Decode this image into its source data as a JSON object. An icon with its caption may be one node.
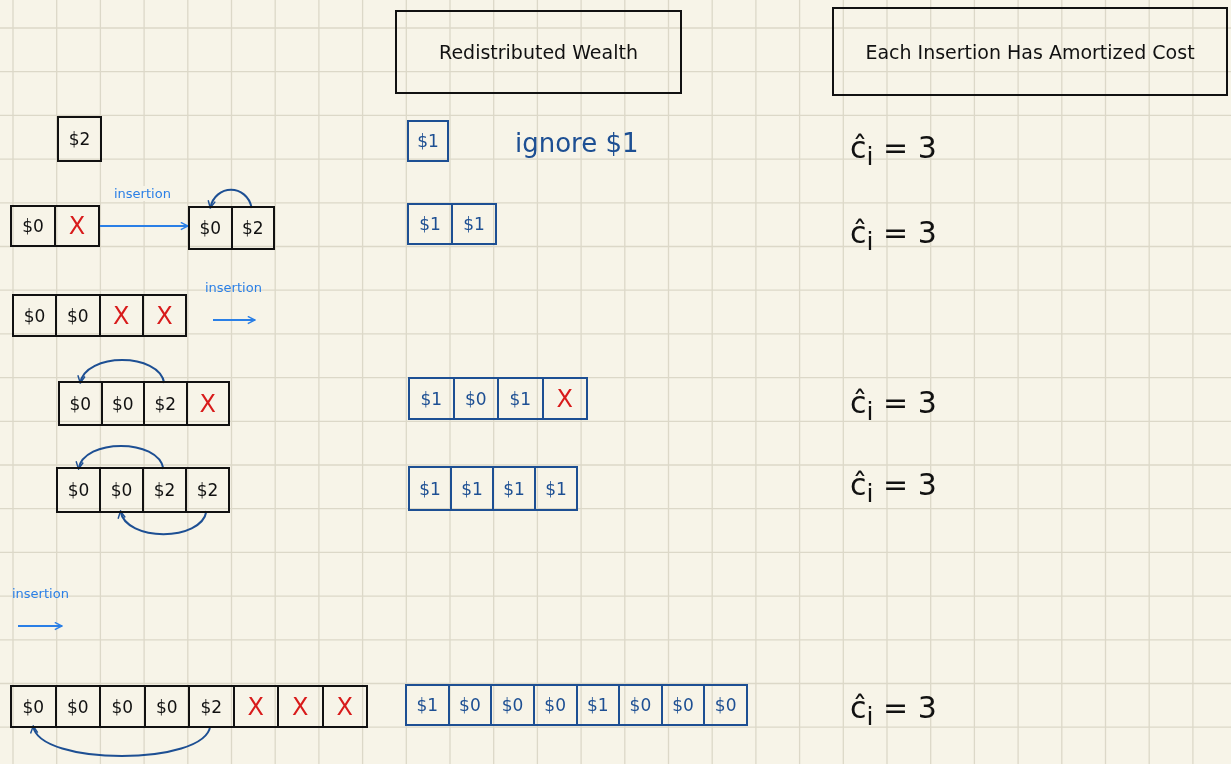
{
  "diagram": {
    "nodes": [
      {
        "text": [
          "Redistributed Wealth"
        ]
      },
      {
        "text": [
          "Each Insertion Has Amortized Cost"
        ]
      },
      {
        "text": [
          "$2"
        ]
      },
      {
        "text": [
          "$1"
        ]
      },
      {
        "text": [],
        "shape": "box"
      },
      {
        "text": [
          "$0"
        ],
        "in": 4
      },
      {
        "text": [
          "X"
        ],
        "in": 4
      },
      {
        "text": [],
        "shape": "box"
      },
      {
        "text": [
          "$0"
        ],
        "in": 7
      },
      {
        "text": [
          "$2"
        ],
        "in": 7
      },
      {
        "text": [],
        "shape": "box"
      },
      {
        "text": [
          "$1"
        ],
        "in": 10
      },
      {
        "text": [
          "$1"
        ],
        "in": 10
      },
      {
        "text": [],
        "shape": "box"
      },
      {
        "text": [
          "$0"
        ],
        "in": 13
      },
      {
        "text": [
          "$0"
        ],
        "in": 13
      },
      {
        "text": [
          "X"
        ],
        "in": 13
      },
      {
        "text": [
          "X"
        ],
        "in": 13
      },
      {
        "text": [],
        "shape": "box"
      },
      {
        "text": [
          "$0"
        ],
        "in": 18
      },
      {
        "text": [
          "$0"
        ],
        "in": 18
      },
      {
        "text": [
          "$2"
        ],
        "in": 18
      },
      {
        "text": [
          "X"
        ],
        "in": 18
      },
      {
        "text": [],
        "shape": "box"
      },
      {
        "text": [
          "$1"
        ],
        "in": 23
      },
      {
        "text": [
          "$0"
        ],
        "in": 23
      },
      {
        "text": [
          "$1"
        ],
        "in": 23
      },
      {
        "text": [
          "X"
        ],
        "in": 23
      },
      {
        "text": [],
        "shape": "box"
      },
      {
        "text": [
          "$0"
        ],
        "in": 28
      },
      {
        "text": [
          "$0"
        ],
        "in": 28
      },
      {
        "text": [
          "$2"
        ],
        "in": 28
      },
      {
        "text": [
          "$2"
        ],
        "in": 28
      },
      {
        "text": [],
        "shape": "box"
      },
      {
        "text": [
          "$1"
        ],
        "in": 33
      },
      {
        "text": [
          "$1"
        ],
        "in": 33
      },
      {
        "text": [
          "$1"
        ],
        "in": 33
      },
      {
        "text": [
          "$1"
        ],
        "in": 33
      },
      {
        "text": [],
        "shape": "box"
      },
      {
        "text": [
          "$0"
        ],
        "in": 38
      },
      {
        "text": [
          "$0"
        ],
        "in": 38
      },
      {
        "text": [
          "$0"
        ],
        "in": 38
      },
      {
        "text": [
          "$0"
        ],
        "in": 38
      },
      {
        "text": [
          "$2"
        ],
        "in": 38
      },
      {
        "text": [
          "X"
        ],
        "in": 38
      },
      {
        "text": [
          "X"
        ],
        "in": 38
      },
      {
        "text": [
          "X"
        ],
        "in": 38
      },
      {
        "text": [],
        "shape": "box"
      },
      {
        "text": [
          "$1"
        ],
        "in": 47
      },
      {
        "text": [
          "$0"
        ],
        "in": 47
      },
      {
        "text": [
          "$0"
        ],
        "in": 47
      },
      {
        "text": [
          "$0"
        ],
        "in": 47
      },
      {
        "text": [
          "$1"
        ],
        "in": 47
      },
      {
        "text": [
          "$0"
        ],
        "in": 47
      },
      {
        "text": [
          "$0"
        ],
        "in": 47
      },
      {
        "text": [
          "$0"
        ],
        "in": 47
      }
    ],
    "edges": [
      {
        "from": 4,
        "to": 7,
        "arrow": "to",
        "label": "insertion",
        "color": "#2a7fe6"
      },
      {
        "from": 9,
        "to": 8,
        "arrow": "to"
      },
      {
        "from": 21,
        "to": 19,
        "arrow": "to"
      },
      {
        "from": 31,
        "to": 29,
        "arrow": "to"
      },
      {
        "from": 32,
        "to": 30,
        "arrow": "to"
      },
      {
        "from": 43,
        "to": 39,
        "arrow": "to"
      }
    ],
    "labels": [
      "ignore $1",
      "ĉ$_{i}$ = 3",
      "ĉ$_{i}$ = 3",
      "insertion",
      "ĉ$_{i}$ = 3",
      "ĉ$_{i}$ = 3",
      "insertion",
      "ĉ$_{i}$ = 3"
    ]
  }
}
